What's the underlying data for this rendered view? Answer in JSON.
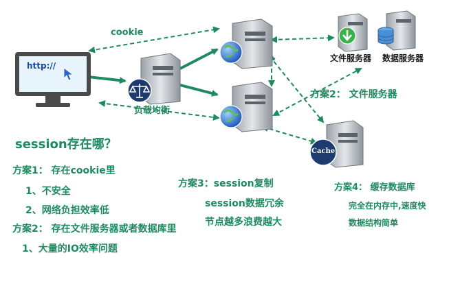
{
  "labels": {
    "cookie": "cookie",
    "browser_url": "http://",
    "load_balancer": "负载均衡",
    "file_server": "文件服务器",
    "data_server": "数据服务器",
    "cache": "Cache",
    "plan2_side": "方案2：  文件服务器",
    "session_where": "session存在哪？",
    "plan1_title": "方案1：  存在cookie里",
    "plan1_item1": "1、不安全",
    "plan1_item2": "2、网络负担效率低",
    "plan2_title": "方案2：  存在文件服务器或者数据库里",
    "plan2_item1": "1、大量的IO效率问题",
    "plan3_title": "方案3：session复制",
    "plan3_item1": "session数据冗余",
    "plan3_item2": "节点越多浪费越大",
    "plan4_title": "方案4：  缓存数据库",
    "plan4_item1": "完全在内存中,速度快",
    "plan4_item2": "数据结构简单"
  },
  "colors": {
    "arrow": "#1e8a5e",
    "text": "#1f8a5f",
    "monitor": "#4a4a4a",
    "screen": "#e8f4fb",
    "server_body": "#cfd3d8",
    "globe": "#2f6fd0",
    "download": "#38b14a",
    "database": "#4a8fd6",
    "cache_disc": "#1d3b6e"
  },
  "icons": [
    "monitor-icon",
    "cursor-icon",
    "server-icon",
    "balance-scale-icon",
    "globe-icon",
    "download-icon",
    "database-icon",
    "cache-disc-icon"
  ]
}
